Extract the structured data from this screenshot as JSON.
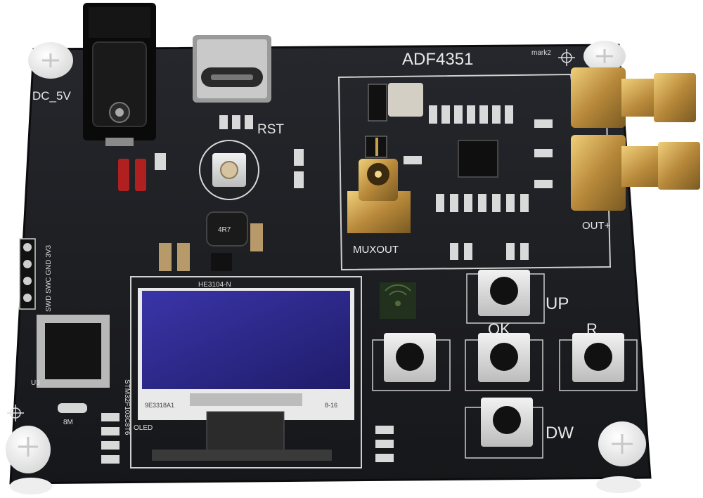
{
  "board": {
    "chip_label": "ADF4351",
    "power_label": "DC_5V",
    "reset_label": "RST",
    "muxout_label": "MUXOUT",
    "out_label": "OUT+",
    "display_model": "HE3104-N",
    "display_label": "OLED",
    "display_code_left": "9E3318A1",
    "display_code_right": "8-16",
    "mcu_label": "STM32F103C8T6",
    "mcu_ref": "U3",
    "header_pins": "SWD SWC GND 3V3",
    "mark_label": "mark2",
    "inductor_label": "4R7",
    "crystal_label": "8M",
    "button_labels": {
      "up": "UP",
      "ok": "OK",
      "right": "R",
      "down": "DW"
    }
  },
  "colors": {
    "pcb": "#1c1d21",
    "oled": "#2a2680",
    "gold": "#c9a04a",
    "standoff": "#f1f1f1"
  }
}
